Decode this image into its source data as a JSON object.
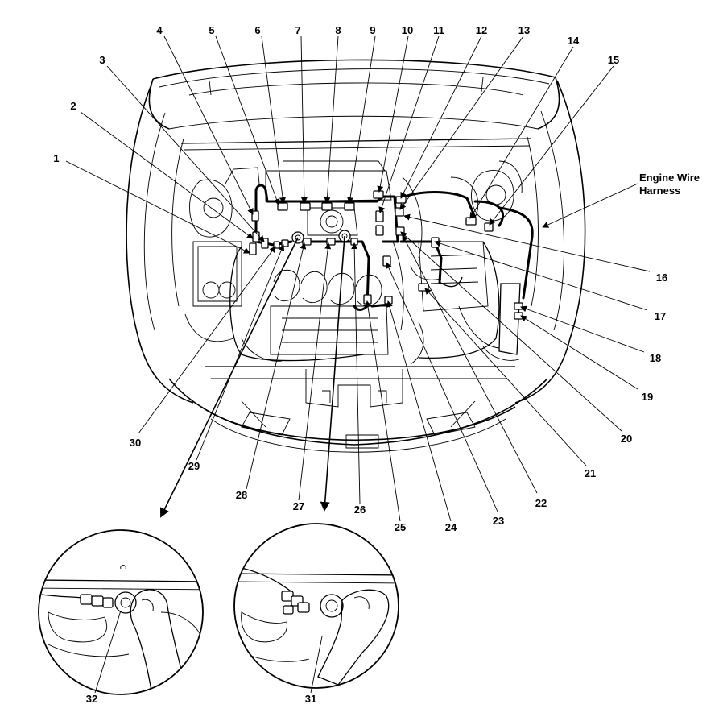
{
  "diagram": {
    "harness_label_line1": "Engine Wire",
    "harness_label_line2": "Harness",
    "callouts": [
      "1",
      "2",
      "3",
      "4",
      "5",
      "6",
      "7",
      "8",
      "9",
      "10",
      "11",
      "12",
      "13",
      "14",
      "15",
      "16",
      "17",
      "18",
      "19",
      "20",
      "21",
      "22",
      "23",
      "24",
      "25",
      "26",
      "27",
      "28",
      "29",
      "30",
      "31",
      "32"
    ]
  }
}
